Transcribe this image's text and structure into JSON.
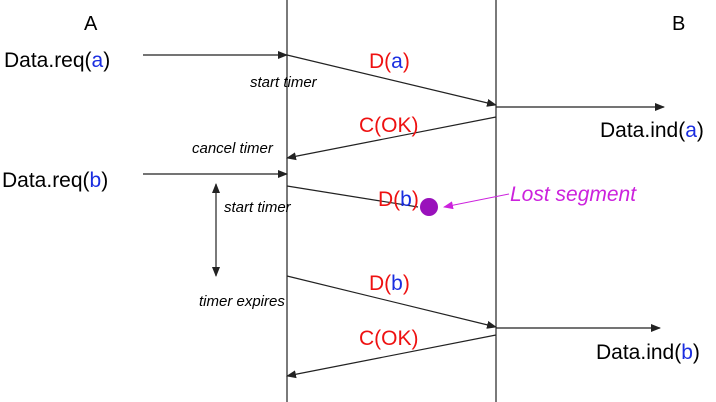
{
  "hosts": {
    "left": "A",
    "right": "B"
  },
  "service": {
    "req_a_prefix": "Data.req(",
    "req_a_arg": "a",
    "req_a_suffix": ")",
    "req_b_prefix": "Data.req(",
    "req_b_arg": "b",
    "req_b_suffix": ")",
    "ind_a_prefix": "Data.ind(",
    "ind_a_arg": "a",
    "ind_a_suffix": ")",
    "ind_b_prefix": "Data.ind(",
    "ind_b_arg": "b",
    "ind_b_suffix": ")"
  },
  "segments": {
    "d_a_prefix": "D(",
    "d_a_arg": "a",
    "d_a_suffix": ")",
    "c_ok_1": "C(OK)",
    "d_b_lost_prefix": "D(",
    "d_b_lost_arg": "b",
    "d_b_lost_suffix": ")",
    "d_b_retx_prefix": "D(",
    "d_b_retx_arg": "b",
    "d_b_retx_suffix": ")",
    "c_ok_2": "C(OK)"
  },
  "timer": {
    "start_1": "start timer",
    "cancel": "cancel timer",
    "start_2": "start timer",
    "expires": "timer expires"
  },
  "annotation": {
    "lost": "Lost segment"
  },
  "colors": {
    "segment_text": "#ee1111",
    "argument_text": "#1a2de0",
    "lost_label": "#cc22dd",
    "lost_dot": "#9911bb",
    "line": "#222222"
  }
}
